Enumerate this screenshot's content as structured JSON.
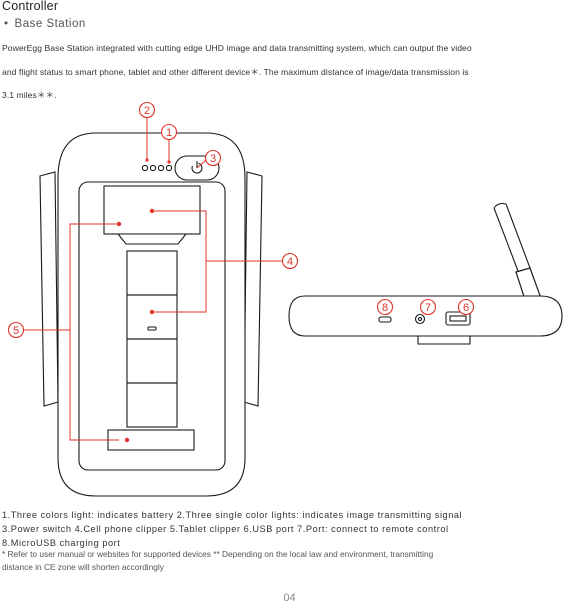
{
  "section_title": "Controller",
  "subsection": {
    "bullet": "•",
    "title": "Base Station"
  },
  "description_lines": [
    "PowerEgg Base Station integrated with cutting edge UHD image and data transmitting system, which can output the video",
    "and flight status to smart phone, tablet and other different device＊. The maximum distance of image/data transmission is",
    "3.1 miles＊＊."
  ],
  "callouts": [
    "1",
    "2",
    "3",
    "4",
    "5",
    "6",
    "7",
    "8"
  ],
  "legend_lines": [
    "1.Three colors light: indicates battery     2.Three single color lights: indicates image transmitting signal",
    "3.Power switch    4.Cell phone clipper      5.Tablet clipper      6.USB port     7.Port: connect to remote control",
    "8.MicroUSB charging port"
  ],
  "footnote_lines": [
    "* Refer to user manual or websites for supported devices ** Depending on the local law and environment, transmitting",
    "distance in CE zone will shorten accordingly"
  ],
  "page_number": "04",
  "colors": {
    "callout": "#e0352b",
    "outline": "#1a1a1a",
    "text": "#333333"
  },
  "icons": [
    "power-icon",
    "micro-usb-port-icon",
    "remote-port-icon",
    "usb-port-icon"
  ]
}
